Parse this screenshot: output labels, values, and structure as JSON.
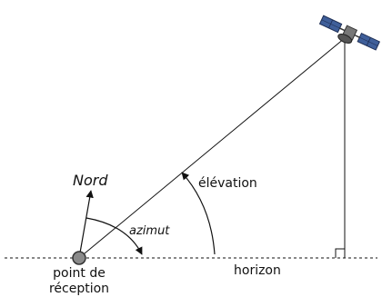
{
  "labels": {
    "north": "Nord",
    "azimuth": "azimut",
    "elevation": "élévation",
    "horizon": "horizon",
    "receiver_line1": "point de",
    "receiver_line2": "réception"
  },
  "colors": {
    "stroke": "#111111",
    "receiver_fill": "#8a8a8a",
    "panel_blue": "#3f5f9a",
    "dish": "#555555"
  },
  "icons": {
    "satellite": "satellite-icon",
    "receiver": "receiver-point-icon"
  }
}
